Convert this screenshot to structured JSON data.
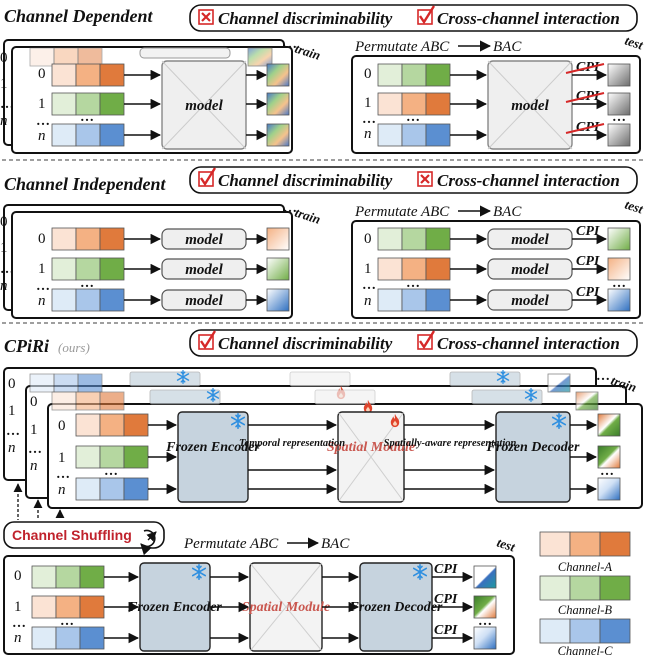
{
  "sections": {
    "channel_dependent": {
      "title": "Channel Dependent",
      "criterion_1": {
        "label": "Channel discriminability",
        "mark": "cross"
      },
      "criterion_2": {
        "label": "Cross-channel interaction",
        "mark": "check"
      },
      "model_label": "model",
      "train_tag": "train",
      "test_tag": "test",
      "permutation": "Permutate ABC",
      "permutation_result": "BAC",
      "cpi_label": "CPI"
    },
    "channel_independent": {
      "title": "Channel Independent",
      "criterion_1": {
        "label": "Channel discriminability",
        "mark": "check"
      },
      "criterion_2": {
        "label": "Cross-channel interaction",
        "mark": "cross"
      },
      "model_label": "model",
      "train_tag": "train",
      "test_tag": "test",
      "permutation": "Permutate ABC",
      "permutation_result": "BAC",
      "cpi_label": "CPI"
    },
    "cpiri": {
      "title": "CPiRi",
      "subtitle": "(ours)",
      "criterion_1": {
        "label": "Channel discriminability",
        "mark": "check"
      },
      "criterion_2": {
        "label": "Cross-channel interaction",
        "mark": "check"
      },
      "frozen_encoder": "Frozen Encoder",
      "spatial_module": "Spatial Module",
      "frozen_decoder": "Frozen Decoder",
      "temporal_representation": "Temporal representation",
      "spatially_aware_representation": "Spatially-aware representation",
      "channel_shuffling": "Channel Shuffling",
      "train_tag": "train",
      "test_tag": "test",
      "permutation": "Permutate ABC",
      "permutation_result": "BAC",
      "cpi_label": "CPI"
    }
  },
  "row_labels": [
    "0",
    "1",
    "n"
  ],
  "ellipsis": "…",
  "legend": [
    {
      "label": "Channel-A",
      "colors": [
        "#fbe3d4",
        "#f4b183",
        "#e07a3c"
      ]
    },
    {
      "label": "Channel-B",
      "colors": [
        "#e2efd9",
        "#b5d7a0",
        "#70ad47"
      ]
    },
    {
      "label": "Channel-C",
      "colors": [
        "#deebf7",
        "#a9c6ea",
        "#5b8fd1"
      ]
    }
  ],
  "icons": {
    "cross_mark": "red-cross-checkbox-icon",
    "check_mark": "red-check-checkbox-icon",
    "snowflake": "snowflake-icon",
    "flame": "flame-icon",
    "shuffle": "shuffle-icon"
  },
  "colors": {
    "accent_red": "#d62828",
    "frozen_fill": "#c6d3de",
    "snow_blue": "#2e8fe0",
    "spatial_red": "#c9564e"
  }
}
